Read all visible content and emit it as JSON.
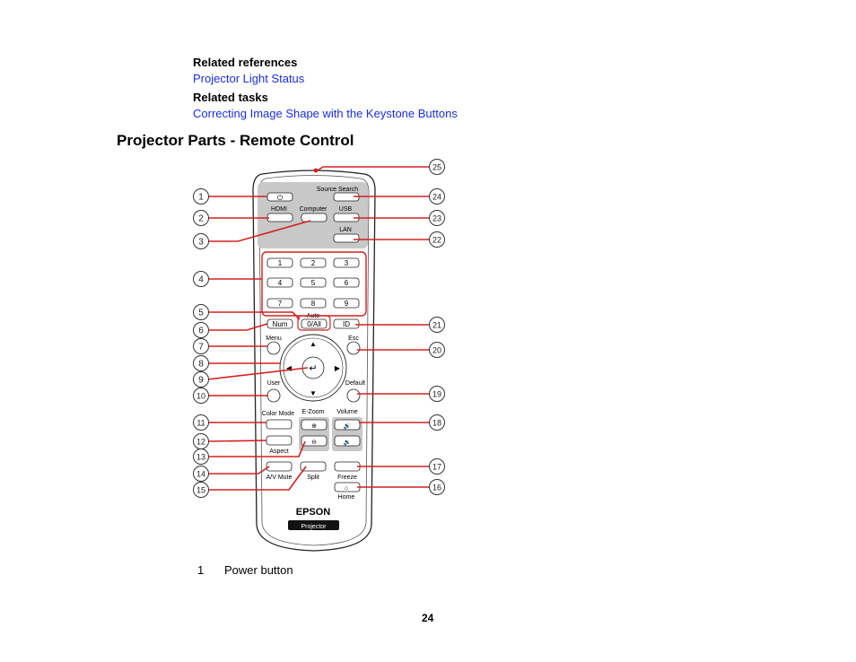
{
  "related_references": {
    "heading": "Related references",
    "links": [
      "Projector Light Status"
    ]
  },
  "related_tasks": {
    "heading": "Related tasks",
    "links": [
      "Correcting Image Shape with the Keystone Buttons"
    ]
  },
  "section_title": "Projector Parts - Remote Control",
  "remote": {
    "brand": "EPSON",
    "badge": "Projector",
    "labels": {
      "source_search": "Source Search",
      "hdmi": "HDMI",
      "computer": "Computer",
      "usb": "USB",
      "lan": "LAN",
      "auto": "Auto",
      "num": "Num",
      "zero_all": "0/All",
      "id": "ID",
      "menu": "Menu",
      "esc": "Esc",
      "user": "User",
      "default": "Default",
      "color_mode": "Color Mode",
      "e_zoom": "E-Zoom",
      "volume": "Volume",
      "aspect": "Aspect",
      "av_mute": "A/V Mute",
      "split": "Split",
      "freeze": "Freeze",
      "home": "Home"
    },
    "numpad": [
      "1",
      "2",
      "3",
      "4",
      "5",
      "6",
      "7",
      "8",
      "9"
    ],
    "callouts": [
      "1",
      "2",
      "3",
      "4",
      "5",
      "6",
      "7",
      "8",
      "9",
      "10",
      "11",
      "12",
      "13",
      "14",
      "15",
      "16",
      "17",
      "18",
      "19",
      "20",
      "21",
      "22",
      "23",
      "24",
      "25"
    ]
  },
  "legend": [
    {
      "number": "1",
      "text": "Power button"
    }
  ],
  "page_number": "24"
}
